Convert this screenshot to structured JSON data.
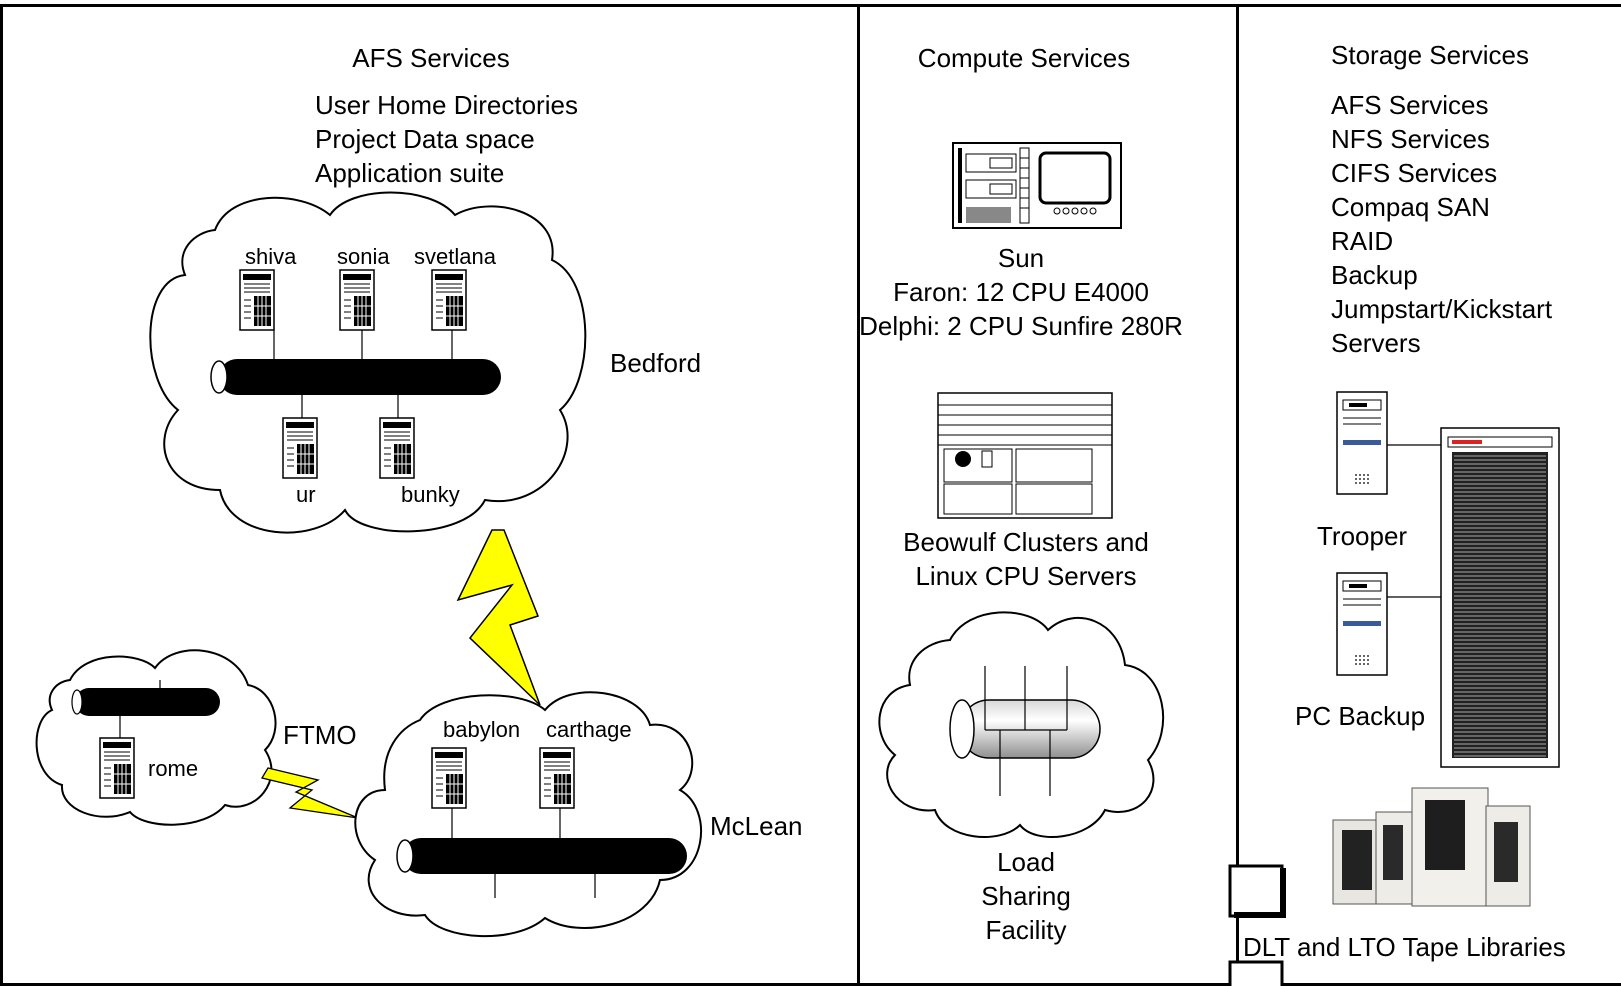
{
  "afs": {
    "title": "AFS Services",
    "features": [
      "User Home Directories",
      "Project Data space",
      "Application suite"
    ],
    "sites": {
      "bedford": {
        "label": "Bedford",
        "servers_top": [
          "shiva",
          "sonia",
          "svetlana"
        ],
        "servers_bottom": [
          "ur",
          "bunky"
        ]
      },
      "mclean": {
        "label": "McLean",
        "servers": [
          "babylon",
          "carthage"
        ]
      },
      "ftmo": {
        "label": "FTMO",
        "servers": [
          "rome"
        ]
      }
    }
  },
  "compute": {
    "title": "Compute Services",
    "sun_lines": [
      "Sun",
      "Faron: 12 CPU E4000",
      "Delphi: 2 CPU Sunfire 280R"
    ],
    "beowulf_lines": [
      "Beowulf Clusters and",
      "Linux CPU Servers"
    ],
    "lsf_lines": [
      "Load",
      "Sharing",
      "Facility"
    ]
  },
  "storage": {
    "title": "Storage Services",
    "features": [
      "AFS Services",
      "NFS Services",
      "CIFS Services",
      "Compaq SAN",
      "RAID",
      "Backup",
      "Jumpstart/Kickstart",
      "Servers"
    ],
    "trooper": "Trooper",
    "pc_backup": "PC Backup",
    "tape_libraries": "DLT and LTO Tape Libraries"
  },
  "colors": {
    "lightning": "#ffff00",
    "pipe": "#000000",
    "background": "#ffffff"
  }
}
